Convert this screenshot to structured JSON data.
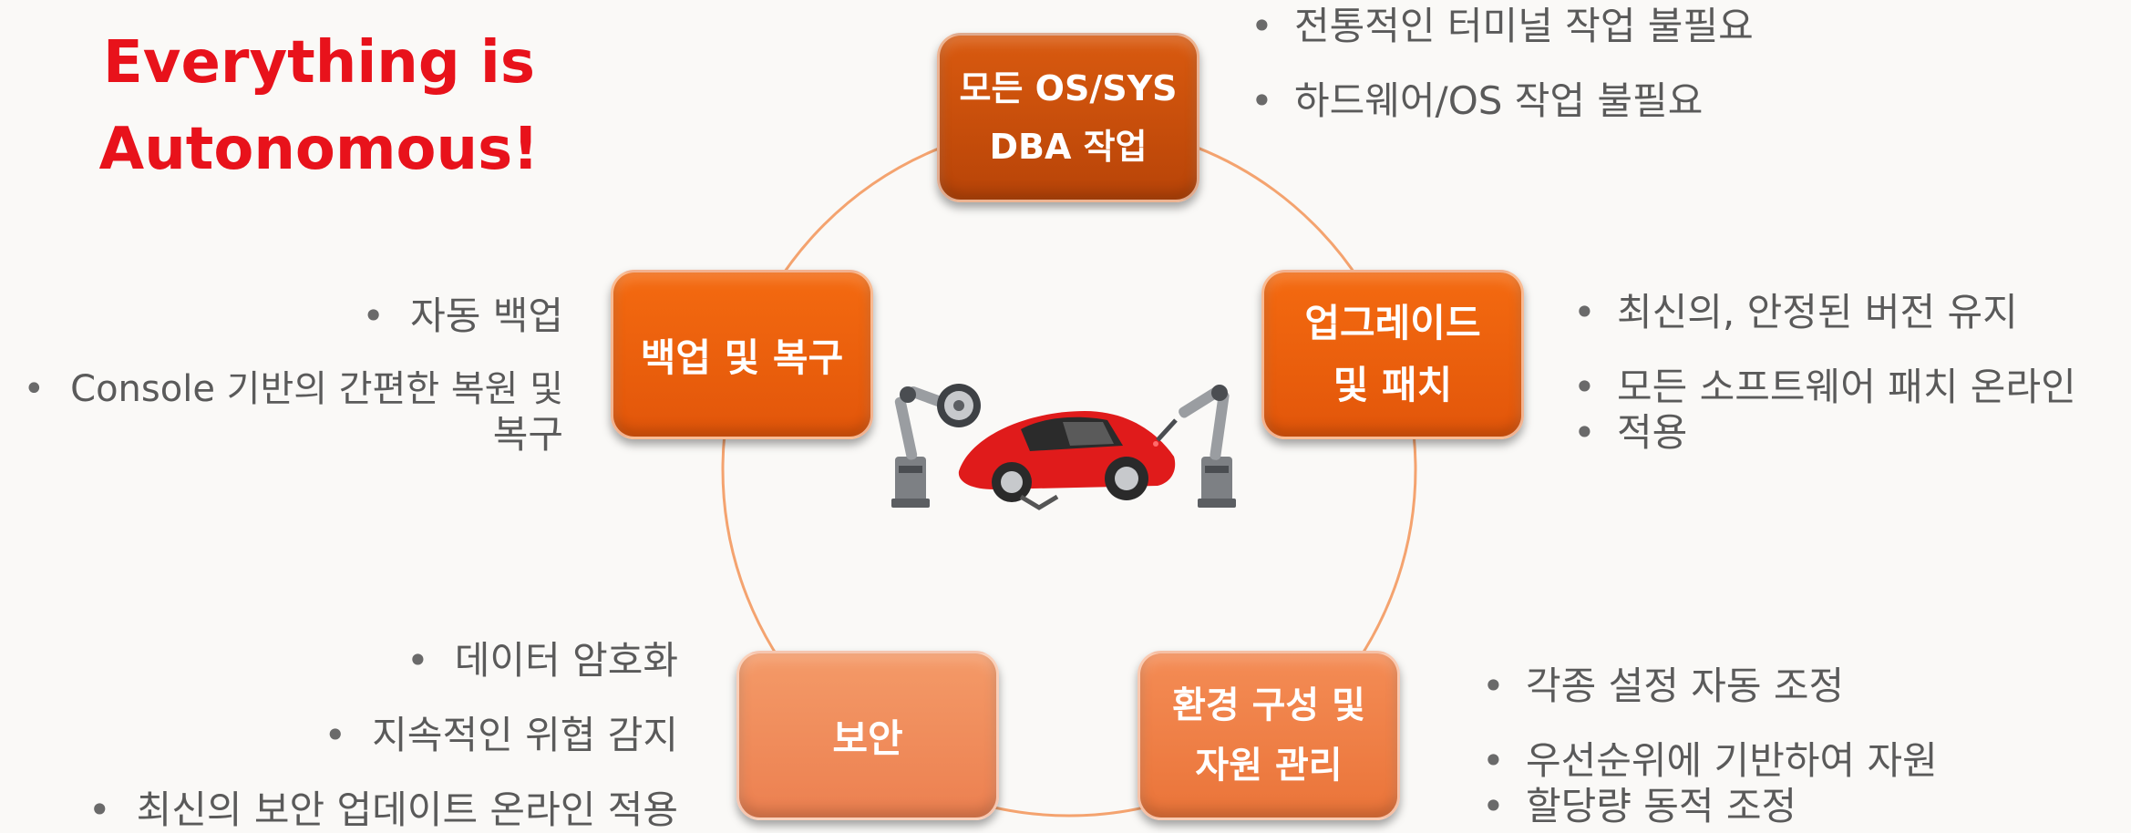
{
  "title": {
    "line1": "Everything is",
    "line2": "Autonomous!"
  },
  "nodes": {
    "os": {
      "line1": "모든 OS/SYS",
      "line2": "DBA 작업"
    },
    "upgrade": {
      "line1": "업그레이드",
      "line2": "및 패치"
    },
    "backup": {
      "line1": "백업 및 복구"
    },
    "env": {
      "line1": "환경 구성 및",
      "line2": "자원 관리"
    },
    "security": {
      "line1": "보안"
    }
  },
  "bullets": {
    "os": [
      "전통적인 터미널 작업 불필요",
      "하드웨어/OS 작업 불필요"
    ],
    "upgrade": [
      "최신의, 안정된 버전 유지",
      "모든 소프트웨어 패치 온라인",
      "적용"
    ],
    "backup": [
      "자동 백업",
      "Console 기반의 간편한 복원 및",
      "복구"
    ],
    "security": [
      "데이터 암호화",
      "지속적인 위협 감지",
      "최신의 보안 업데이트 온라인 적용"
    ],
    "env": [
      "각종 설정 자동 조정",
      "우선순위에 기반하여 자원",
      "할당량 동적 조정"
    ]
  },
  "colors": {
    "title": "#e8121b",
    "ring": "#f4a36f",
    "node_dark": "#b84408",
    "node_mid": "#f46a10",
    "node_light": "#f49a68"
  },
  "icons": {
    "center": "robot-car-repair-illustration"
  }
}
